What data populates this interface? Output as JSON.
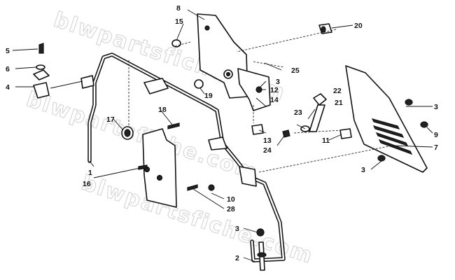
{
  "watermark": {
    "line1": "blwpartsfiche.com",
    "line2": "blwpartsfiche.com",
    "line3": "blwpartsfiche.com"
  },
  "callouts": {
    "c1": "1",
    "c2": "2",
    "c3a": "3",
    "c3b": "3",
    "c3c": "3",
    "c3d": "3",
    "c4": "4",
    "c5": "5",
    "c6": "6",
    "c7": "7",
    "c8": "8",
    "c9": "9",
    "c10": "10",
    "c11": "11",
    "c12": "12",
    "c13": "13",
    "c14": "14",
    "c15": "15",
    "c16": "16",
    "c17": "17",
    "c18": "18",
    "c19": "19",
    "c20": "20",
    "c21": "21",
    "c22": "22",
    "c23": "23",
    "c24": "24",
    "c25": "25",
    "c28": "28"
  }
}
